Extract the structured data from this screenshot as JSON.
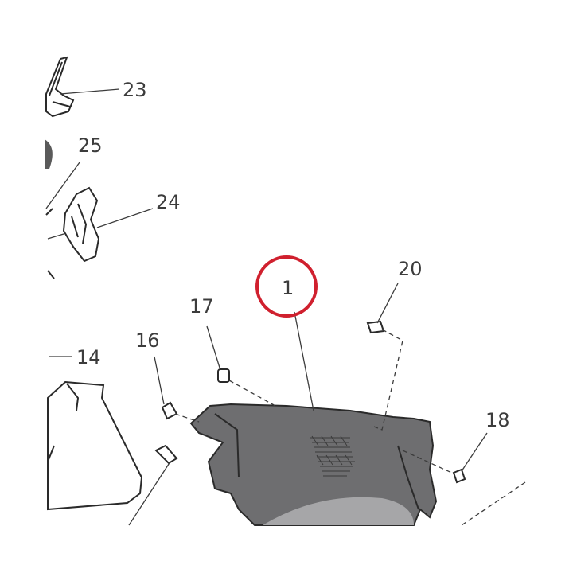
{
  "diagram": {
    "callouts": [
      {
        "id": "23",
        "label": "23"
      },
      {
        "id": "25",
        "label": "25"
      },
      {
        "id": "24",
        "label": "24"
      },
      {
        "id": "1",
        "label": "1"
      },
      {
        "id": "20",
        "label": "20"
      },
      {
        "id": "17",
        "label": "17"
      },
      {
        "id": "16",
        "label": "16"
      },
      {
        "id": "14",
        "label": "14"
      },
      {
        "id": "18",
        "label": "18"
      }
    ],
    "highlight_color": "#d0202e",
    "part_color": "#6e6e70",
    "line_color": "#3c3c3c"
  }
}
